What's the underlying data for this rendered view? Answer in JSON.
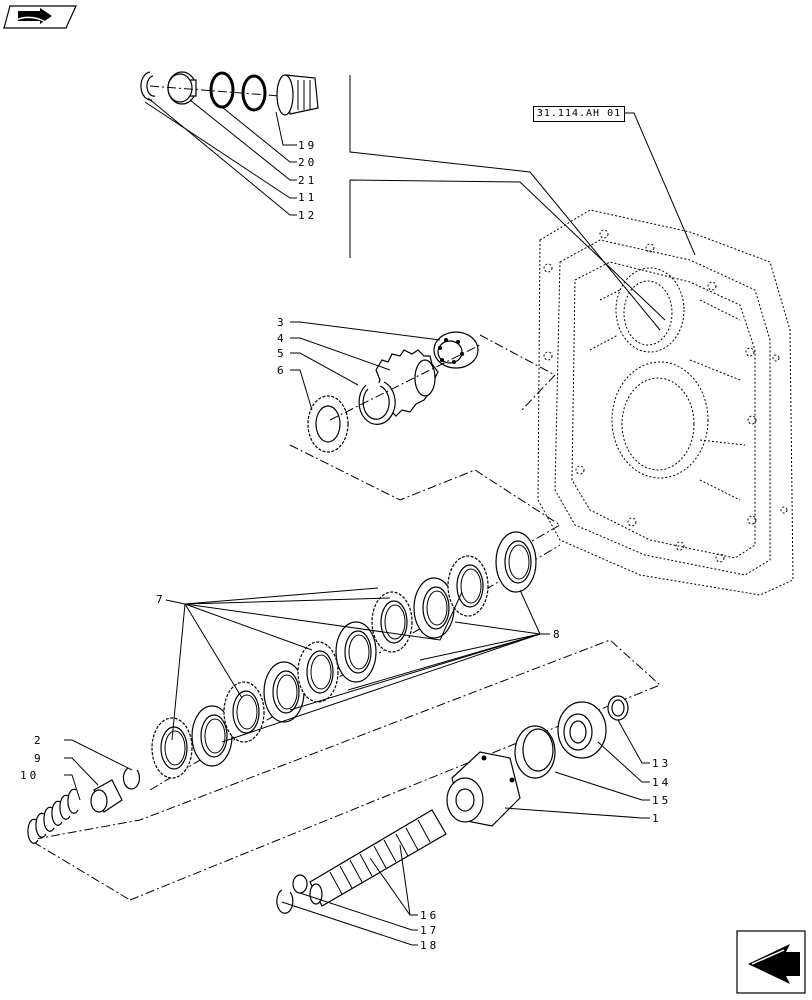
{
  "reference_code": "31.114.AH 01",
  "labels": {
    "l19": "19",
    "l20": "20",
    "l21": "21",
    "l11": "11",
    "l12": "12",
    "l3": "3",
    "l4": "4",
    "l5": "5",
    "l6": "6",
    "l7": "7",
    "l8": "8",
    "l2": "2",
    "l9": "9",
    "l10": "10",
    "l13": "13",
    "l14": "14",
    "l15": "15",
    "l1": "1",
    "l16": "16",
    "l17": "17",
    "l18": "18"
  },
  "icons": {
    "top_left": "book-arrow-icon",
    "bottom_right": "next-page-arrow-icon"
  }
}
